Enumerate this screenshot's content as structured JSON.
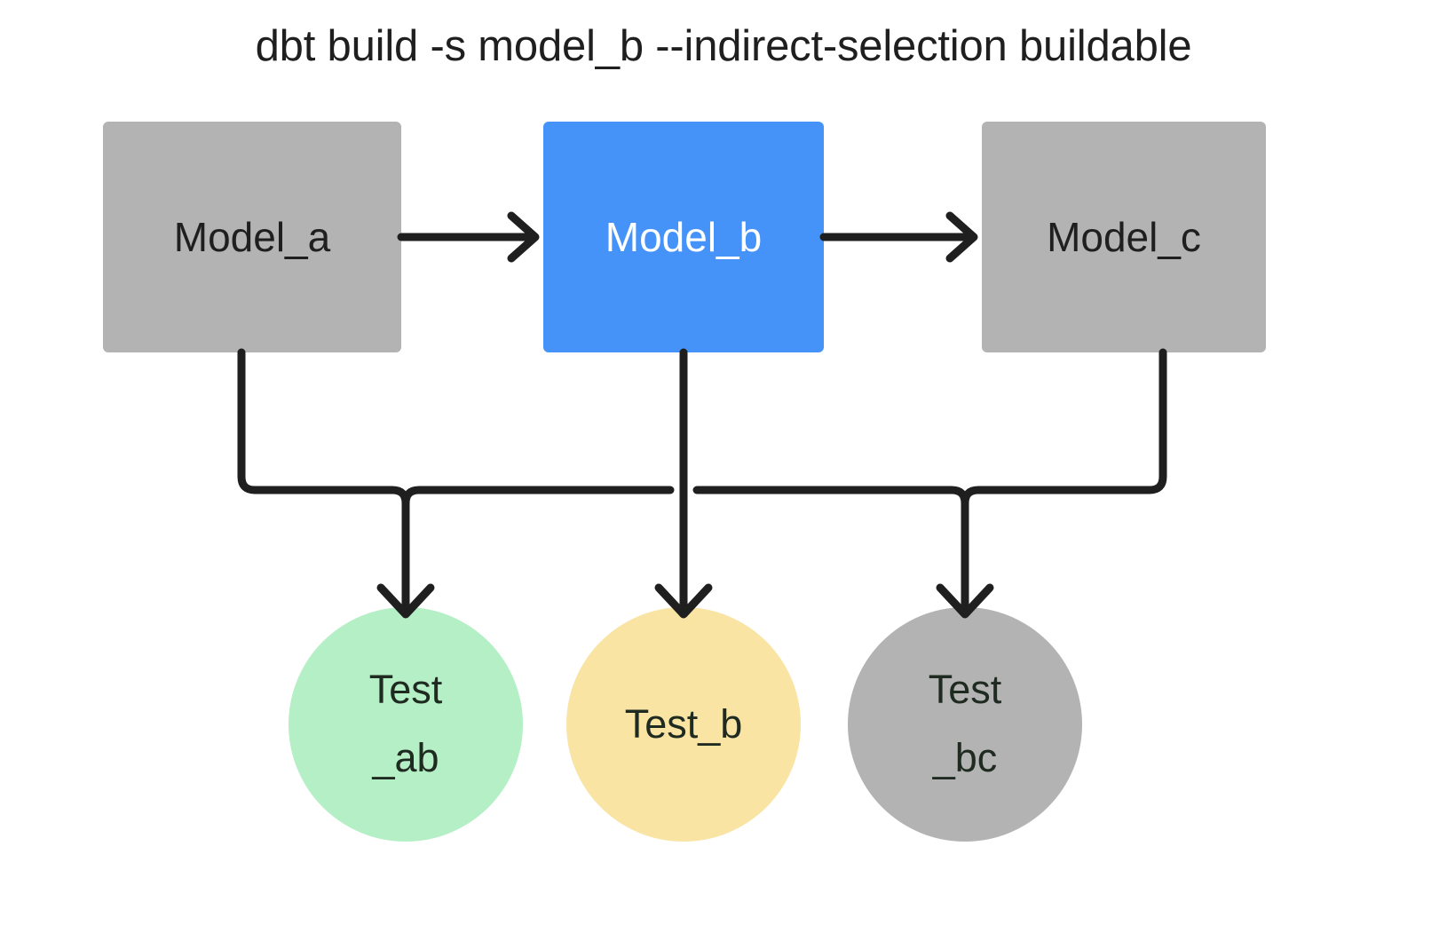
{
  "title": "dbt build -s model_b --indirect-selection buildable",
  "colors": {
    "background": "#ffffff",
    "node_gray": "#b3b3b3",
    "node_blue": "#4593f9",
    "test_green": "#b4efc6",
    "test_yellow": "#f9e4a4",
    "test_gray": "#b3b3b3",
    "edge": "#1f1f1f",
    "text_dark": "#1f1f1f",
    "text_light": "#ffffff"
  },
  "models": [
    {
      "id": "model_a",
      "label": "Model_a",
      "fill": "#b3b3b3",
      "text": "#1f1f1f",
      "selected": false
    },
    {
      "id": "model_b",
      "label": "Model_b",
      "fill": "#4593f9",
      "text": "#ffffff",
      "selected": true
    },
    {
      "id": "model_c",
      "label": "Model_c",
      "fill": "#b3b3b3",
      "text": "#1f1f1f",
      "selected": false
    }
  ],
  "tests": [
    {
      "id": "test_ab",
      "label": "Test\n_ab",
      "fill": "#b4efc6",
      "text": "#1f2a20",
      "lines": 2
    },
    {
      "id": "test_b",
      "label": "Test_b",
      "fill": "#f9e4a4",
      "text": "#1f2a20",
      "lines": 1
    },
    {
      "id": "test_bc",
      "label": "Test\n_bc",
      "fill": "#b3b3b3",
      "text": "#1f2a20",
      "lines": 2
    }
  ],
  "edges": [
    {
      "id": "edge-model-a-to-model-b",
      "from": "model_a",
      "to": "model_b",
      "kind": "arrow-right"
    },
    {
      "id": "edge-model-b-to-model-c",
      "from": "model_b",
      "to": "model_c",
      "kind": "arrow-right"
    },
    {
      "id": "edge-model-a-to-test-ab",
      "from": "model_a",
      "to": "test_ab",
      "kind": "elbow-down"
    },
    {
      "id": "edge-model-b-to-test-ab",
      "from": "model_b",
      "to": "test_ab",
      "kind": "elbow-down"
    },
    {
      "id": "edge-model-b-to-test-b",
      "from": "model_b",
      "to": "test_b",
      "kind": "straight-down"
    },
    {
      "id": "edge-model-b-to-test-bc",
      "from": "model_b",
      "to": "test_bc",
      "kind": "elbow-down"
    },
    {
      "id": "edge-model-c-to-test-bc",
      "from": "model_c",
      "to": "test_bc",
      "kind": "elbow-down"
    }
  ]
}
